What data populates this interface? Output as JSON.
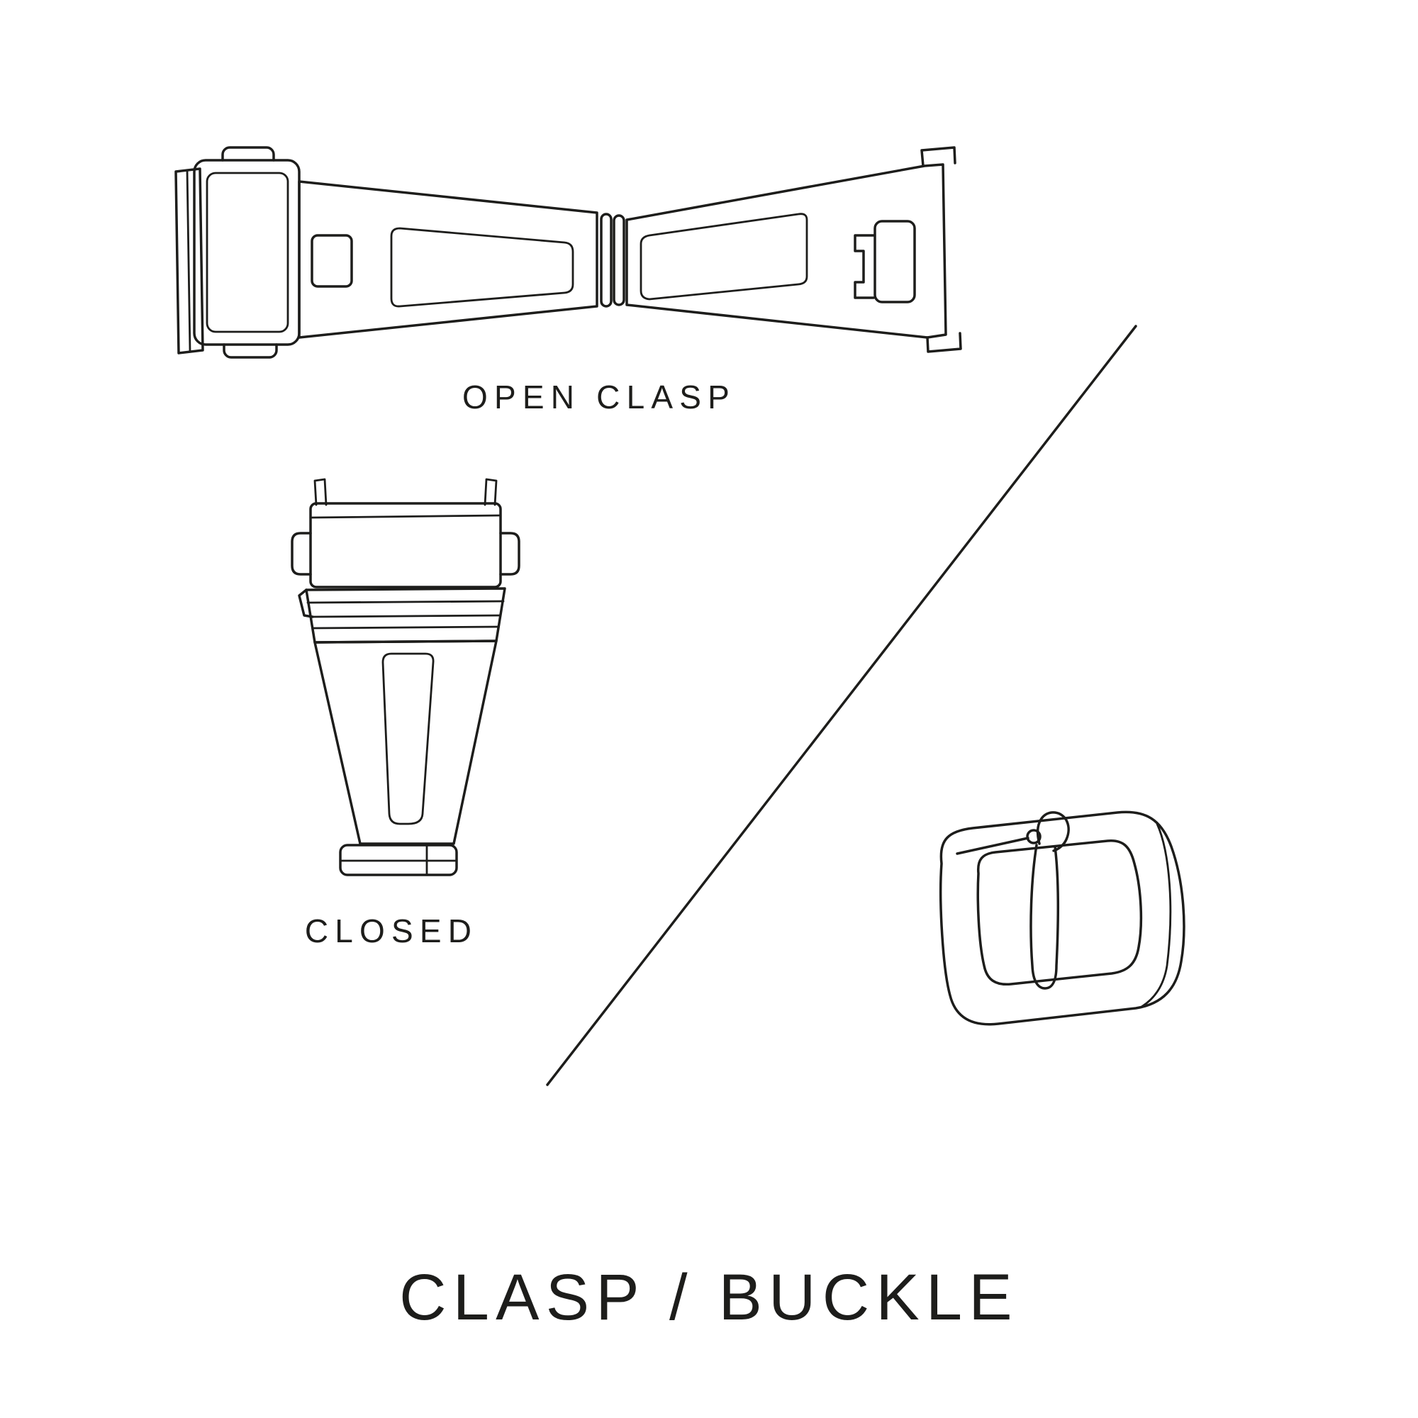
{
  "page": {
    "title": "CLASP / BUCKLE"
  },
  "figures": [
    {
      "id": "open-clasp-illustration",
      "label": "OPEN CLASP"
    },
    {
      "id": "closed-clasp-illustration",
      "label": "CLOSED"
    },
    {
      "id": "buckle-illustration",
      "label": ""
    }
  ],
  "colors": {
    "background": "#ffffff",
    "line": "#1d1d1b",
    "text": "#1d1d1b"
  }
}
